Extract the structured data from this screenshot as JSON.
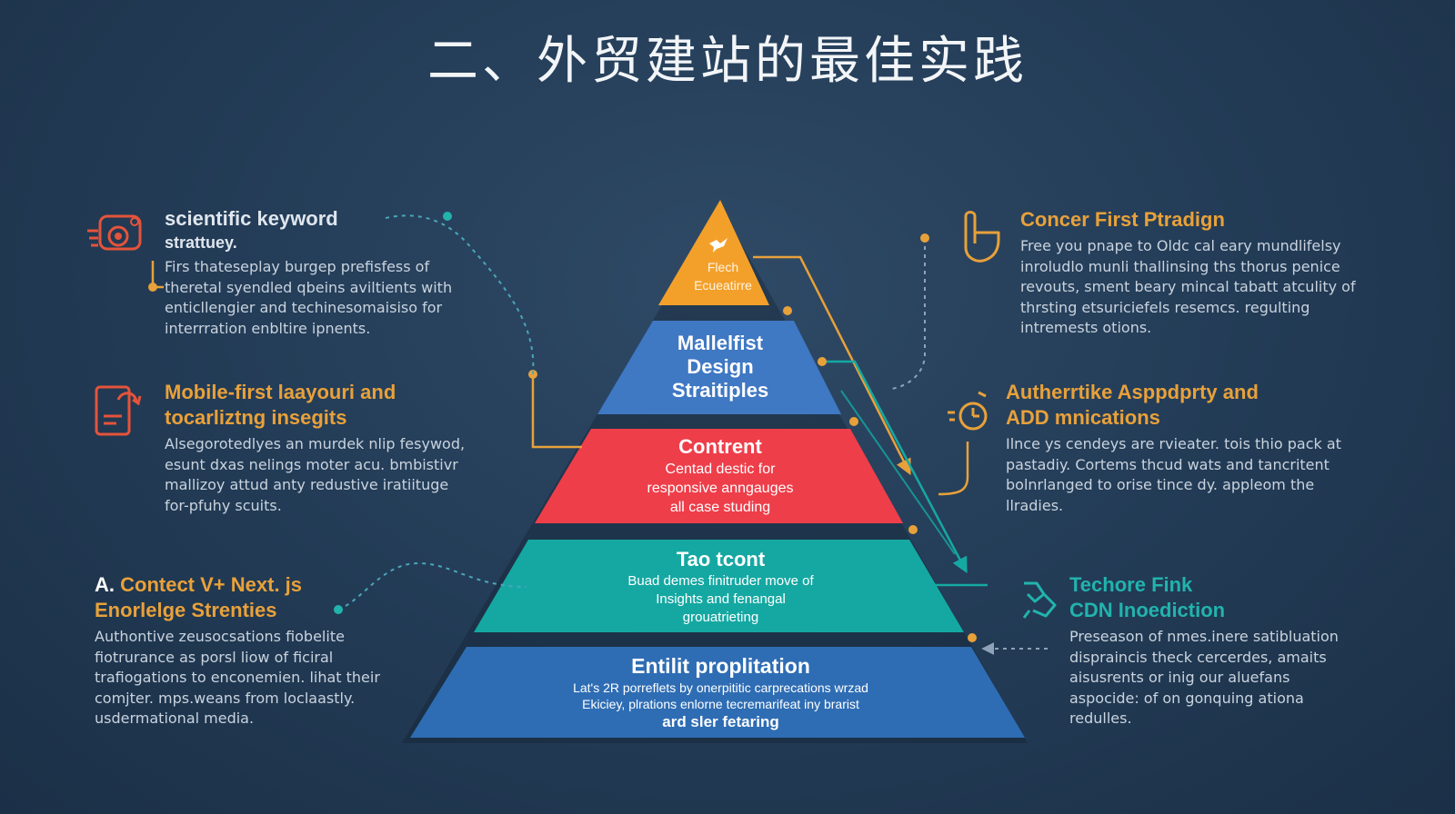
{
  "title": "二、外贸建站的最佳实践",
  "colors": {
    "orange": "#f3a02b",
    "blue": "#3f78c3",
    "red": "#ee3e4a",
    "teal": "#15a8a2",
    "navy": "#2e6db4",
    "accent_orange": "#e8a13a",
    "accent_teal": "#22b3ad"
  },
  "pyramid": [
    {
      "id": "tier-1",
      "lines": [
        "Flech",
        "Ecueatirre"
      ],
      "icon": "bird-icon"
    },
    {
      "id": "tier-2",
      "lines": [
        "Mallelfist",
        "Design",
        "Straitiples"
      ]
    },
    {
      "id": "tier-3",
      "title": "Contrent",
      "lines": [
        "Centad destic for",
        "responsive anngauges",
        "all case studing"
      ]
    },
    {
      "id": "tier-4",
      "title": "Tao tcont",
      "lines": [
        "Buad demes finitruder move of",
        "Insights and fenangal",
        "grouatrieting"
      ]
    },
    {
      "id": "tier-5",
      "title": "Entilit proplitation",
      "lines": [
        "Lat's   2R porreflets by onerpititic carprecations   wrzad",
        "Ekiciey, plrations enlorne tecremarifeat iny brarist"
      ],
      "footer": "ard sler fetaring"
    }
  ],
  "left": [
    {
      "id": "keyword",
      "icon": "camera-gear-icon",
      "heading": [
        "scientific keyword"
      ],
      "subheading": "strattuey.",
      "body": [
        "Firs thateseplay  burgep prefisfess of",
        "theretal syendled qbeins aviltients with",
        "enticllengier and techinesomaisiso for",
        "interrration enbltire ipnents."
      ]
    },
    {
      "id": "mobile",
      "icon": "document-refresh-icon",
      "heading": [
        "Mobile-first laayouri and",
        "tocarliztng insegits"
      ],
      "body": [
        "Alsegorotedlyes an murdek nlip fesywod,",
        "esunt dxas nelings moter acu. bmbistivr",
        "mallizoy attud anty redustive iratiituge",
        "for-pfuhy scuits."
      ]
    },
    {
      "id": "nextjs",
      "prefix": "A.",
      "heading": [
        "Contect V+ Next. js",
        "Enorlelge Strenties"
      ],
      "body": [
        "Authontive zeusocsations fiobelite",
        "fiotrurance as porsl liow of ficiral",
        "trafiogations to enconemien. lihat their",
        "comjter. mps.weans from loclaastly.",
        "usdermational media."
      ]
    }
  ],
  "right": [
    {
      "id": "content-first",
      "icon": "hand-pointer-icon",
      "heading": [
        "Concer First Ptradign"
      ],
      "body": [
        "Free you pnape to Oldc cal eary mundlifelsy",
        "inroludlo munli thallinsing ths thorus penice",
        "revouts, sment beary mincal tabatt atculity of",
        "thrsting etsuriciefels resemcs. regulting",
        "intremests otions."
      ]
    },
    {
      "id": "authority",
      "icon": "stopwatch-icon",
      "heading": [
        "Autherrtike Asppdprty and",
        "ADD mnications"
      ],
      "body": [
        "Ilnce ys cendeys are rvieater. tois thio pack at",
        "pastadiy. Cortems thcud wats and tancritent",
        "bolnrlanged to orise tince dy. appleom the",
        "llradies."
      ]
    },
    {
      "id": "cdn",
      "icon": "recycle-hand-icon",
      "heading": [
        "Techore Fink",
        "CDN Inoediction"
      ],
      "body": [
        "Preseason of nmes.inere satibluation",
        "dispraincis theck cercerdes, amaits",
        "aisusrents or inig our aluefans",
        "aspocide: of on gonquing ationa",
        "redulles."
      ]
    }
  ]
}
